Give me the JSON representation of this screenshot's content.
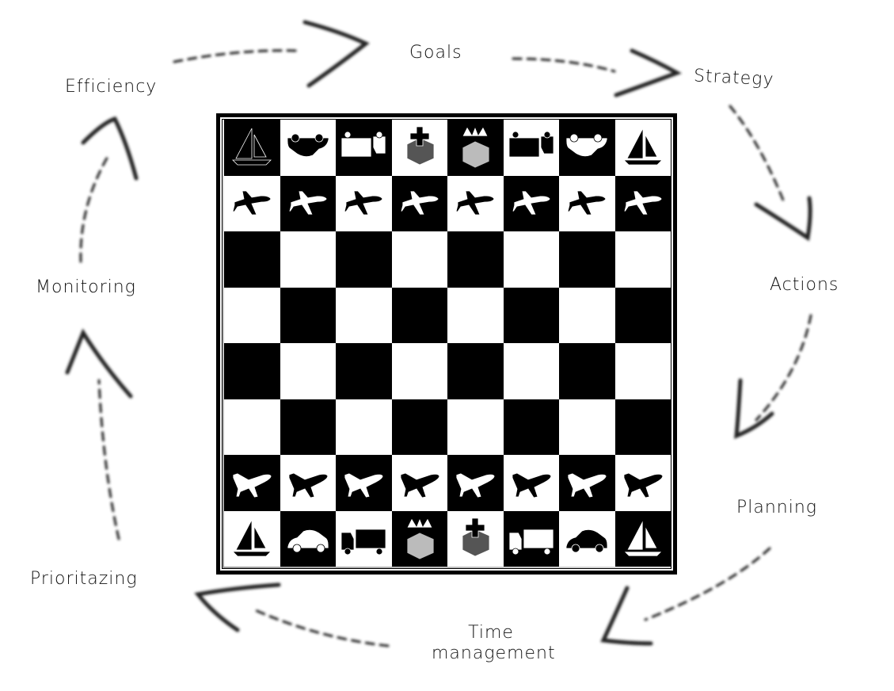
{
  "diagram": {
    "type": "cycle",
    "center": "chessboard",
    "cycle_labels": [
      {
        "id": "goals",
        "text": "Goals"
      },
      {
        "id": "strategy",
        "text": "Strategy"
      },
      {
        "id": "actions",
        "text": "Actions"
      },
      {
        "id": "planning",
        "text": "Planning"
      },
      {
        "id": "time_management",
        "line1": "Time",
        "line2": "management"
      },
      {
        "id": "prioritazing",
        "text": "Prioritazing"
      },
      {
        "id": "monitoring",
        "text": "Monitoring"
      },
      {
        "id": "efficiency",
        "text": "Efficiency"
      }
    ],
    "flow": [
      "Goals",
      "Strategy",
      "Actions",
      "Planning",
      "Time management",
      "Prioritazing",
      "Monitoring",
      "Efficiency",
      "Goals"
    ]
  },
  "board": {
    "size": 8,
    "colors": {
      "dark": "#000000",
      "light": "#ffffff",
      "frame": "#000000"
    },
    "rows": [
      [
        "sailboat-dark",
        "car-upside-down-dark",
        "truck-upside-down-light",
        "box-cross-dark",
        "box-crown-light",
        "truck-upside-down-dark",
        "car-upside-down-light",
        "sailboat-dark"
      ],
      [
        "jet-dark",
        "jet-light",
        "jet-dark",
        "jet-light",
        "jet-dark",
        "jet-light",
        "jet-dark",
        "jet-light"
      ],
      [
        "",
        "",
        "",
        "",
        "",
        "",
        "",
        ""
      ],
      [
        "",
        "",
        "",
        "",
        "",
        "",
        "",
        ""
      ],
      [
        "",
        "",
        "",
        "",
        "",
        "",
        "",
        ""
      ],
      [
        "",
        "",
        "",
        "",
        "",
        "",
        "",
        ""
      ],
      [
        "plane-light",
        "plane-dark",
        "plane-light",
        "plane-dark",
        "plane-light",
        "plane-dark",
        "plane-light",
        "plane-dark"
      ],
      [
        "sailboat-dark",
        "car-light",
        "truck-dark",
        "box-crown-light",
        "box-cross-dark",
        "truck-light",
        "car-dark",
        "sailboat-light"
      ]
    ]
  }
}
